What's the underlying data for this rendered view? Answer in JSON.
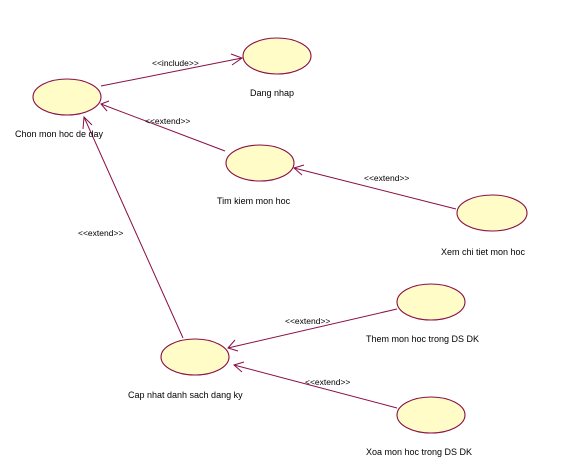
{
  "diagram": {
    "use_cases": {
      "chon_mon_hoc": "Chon mon hoc de day",
      "dang_nhap": "Dang nhap",
      "tim_kiem": "Tim kiem mon hoc",
      "xem_chi_tiet": "Xem chi tiet mon hoc",
      "them_mon_hoc": "Them mon hoc trong DS DK",
      "cap_nhat": "Cap nhat danh sach dang ky",
      "xoa_mon_hoc": "Xoa mon hoc trong DS  DK"
    },
    "relations": {
      "chon_to_dang_nhap": "<<include>>",
      "tim_to_chon": "<<extend>>",
      "xem_to_tim": "<<extend>>",
      "cap_to_chon": "<<extend>>",
      "them_to_cap": "<<extend>>",
      "xoa_to_cap": "<<extend>>"
    }
  }
}
